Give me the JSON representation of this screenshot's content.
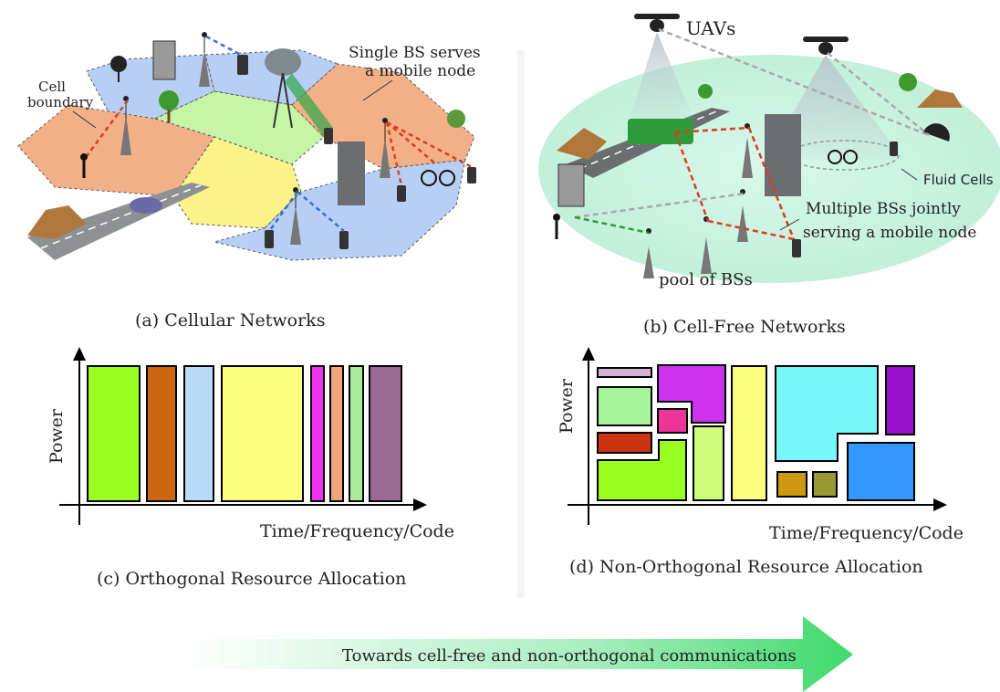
{
  "panel_a": {
    "caption": "(a) Cellular  Networks",
    "label_cell_boundary_1": "Cell",
    "label_cell_boundary_2": "boundary",
    "label_single_bs_1": "Single BS serves",
    "label_single_bs_2": "a mobile node"
  },
  "panel_b": {
    "caption": "(b) Cell-Free Networks",
    "label_uavs": "UAVs",
    "label_fluid_cells": "Fluid Cells",
    "label_multiple_bs_1": "Multiple BSs jointly",
    "label_multiple_bs_2": "serving a mobile node",
    "label_pool": "pool of BSs"
  },
  "panel_c": {
    "caption": "(c) Orthogonal Resource Allocation",
    "ylabel": "Power",
    "xlabel": "Time/Frequency/Code",
    "block_colors": [
      "#99ff22",
      "#cc6611",
      "#b8daf7",
      "#fcfc7e",
      "#ee33ee",
      "#f0a57a",
      "#a6ee9a",
      "#9a6a95"
    ]
  },
  "panel_d": {
    "caption": "(d) Non-Orthogonal Resource Allocation",
    "ylabel": "Power",
    "xlabel": "Time/Frequency/Code",
    "block_colors": [
      "#d7b2d8",
      "#a6f59a",
      "#cc3311",
      "#99ff22",
      "#cc33ee",
      "#ee3399",
      "#ccff77",
      "#fcfc7e",
      "#77f7f7",
      "#9911cc",
      "#3399ff",
      "#cc9911",
      "#999933"
    ]
  },
  "arrow": {
    "label": "Towards cell-free and non-orthogonal communications",
    "color": "#3fd96a"
  }
}
